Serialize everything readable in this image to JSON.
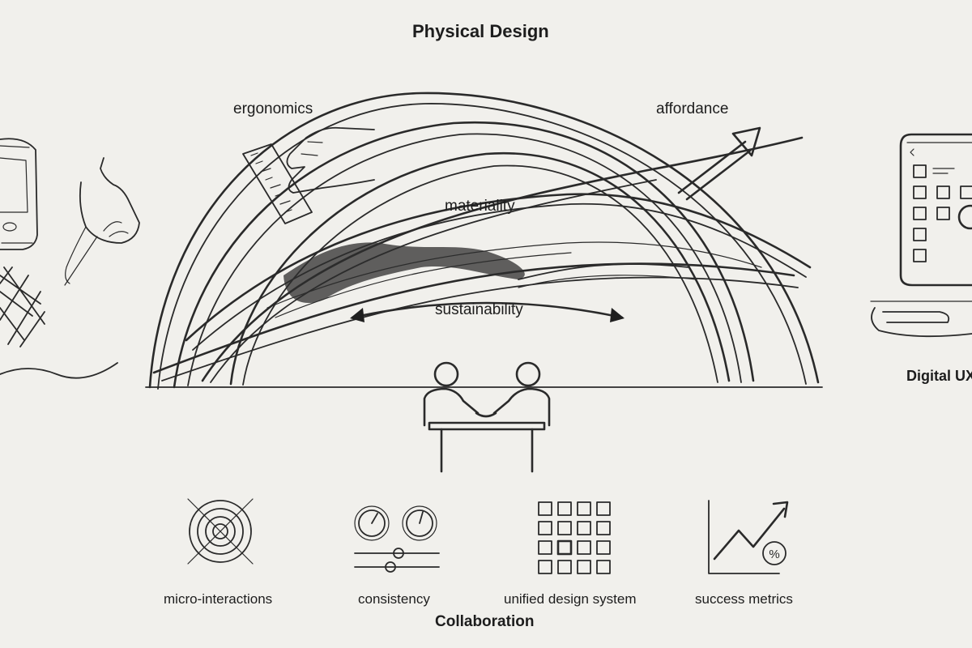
{
  "title": "Physical Design",
  "arch_labels": {
    "ergonomics": "ergonomics",
    "affordance": "affordance",
    "materiality": "materiality",
    "sustainability": "sustainability"
  },
  "side_labels": {
    "digital_ux": "Digital UX"
  },
  "icons": [
    {
      "label": "micro-interactions",
      "icon": "target-rings-icon"
    },
    {
      "label": "consistency",
      "icon": "dials-sliders-icon"
    },
    {
      "label": "unified design system",
      "icon": "grid-icon"
    },
    {
      "label": "success metrics",
      "icon": "trend-chart-icon"
    }
  ],
  "bottom_label": "Collaboration",
  "colors": {
    "background": "#f1f0ec",
    "ink": "#2a2a2a"
  }
}
